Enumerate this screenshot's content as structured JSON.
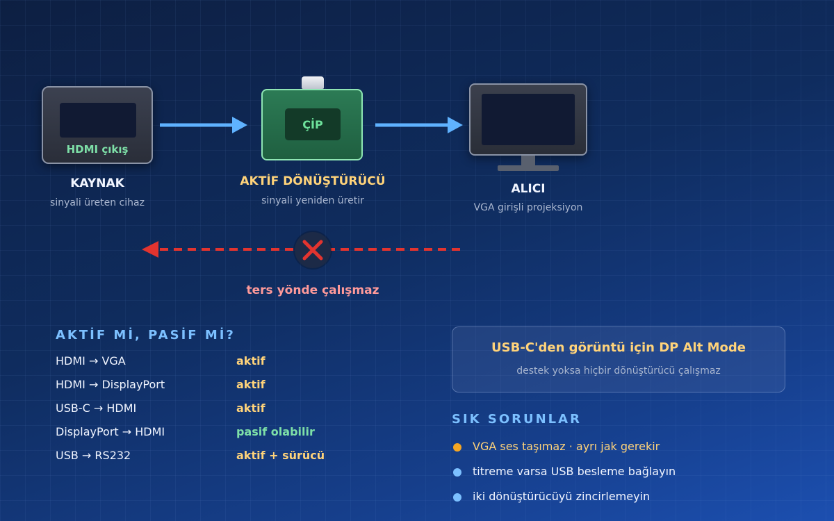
{
  "diagram": {
    "source": {
      "screen_label": "HDMI çıkış",
      "title": "KAYNAK",
      "subtitle": "sinyali üreten cihaz"
    },
    "converter": {
      "chip_label": "ÇİP",
      "title": "AKTİF DÖNÜŞTÜRÜCÜ",
      "subtitle": "sinyali yeniden üretir"
    },
    "receiver": {
      "title": "ALICI",
      "subtitle": "VGA girişli projeksiyon"
    },
    "reverse_note": "ters yönde çalışmaz"
  },
  "table": {
    "title": "AKTİF Mİ, PASİF Mİ?",
    "rows": [
      {
        "conversion": "HDMI → VGA",
        "type": "aktif",
        "color": "#ffd37a"
      },
      {
        "conversion": "HDMI → DisplayPort",
        "type": "aktif",
        "color": "#ffd37a"
      },
      {
        "conversion": "USB-C → HDMI",
        "type": "aktif",
        "color": "#ffd37a"
      },
      {
        "conversion": "DisplayPort → HDMI",
        "type": "pasif olabilir",
        "color": "#7ee0a8"
      },
      {
        "conversion": "USB → RS232",
        "type": "aktif + sürücü",
        "color": "#ffd37a"
      }
    ]
  },
  "info_box": {
    "title": "USB-C'den görüntü için DP Alt Mode",
    "subtitle": "destek yoksa hiçbir dönüştürücü çalışmaz"
  },
  "issues": {
    "title": "SIK SORUNLAR",
    "items": [
      {
        "text": "VGA ses taşımaz · ayrı jak gerekir",
        "dot_color": "#f5a623",
        "text_color": "#ffd37a"
      },
      {
        "text": "titreme varsa USB besleme bağlayın",
        "dot_color": "#7cc0ff",
        "text_color": "#f1f5ff"
      },
      {
        "text": "iki dönüştürücüyü zincirlemeyin",
        "dot_color": "#7cc0ff",
        "text_color": "#f1f5ff"
      }
    ]
  },
  "colors": {
    "arrow_forward": "#5fb2ff",
    "arrow_reverse": "#e2342f",
    "title_accent": "#ffd37a",
    "section_title": "#7cc0ff"
  }
}
